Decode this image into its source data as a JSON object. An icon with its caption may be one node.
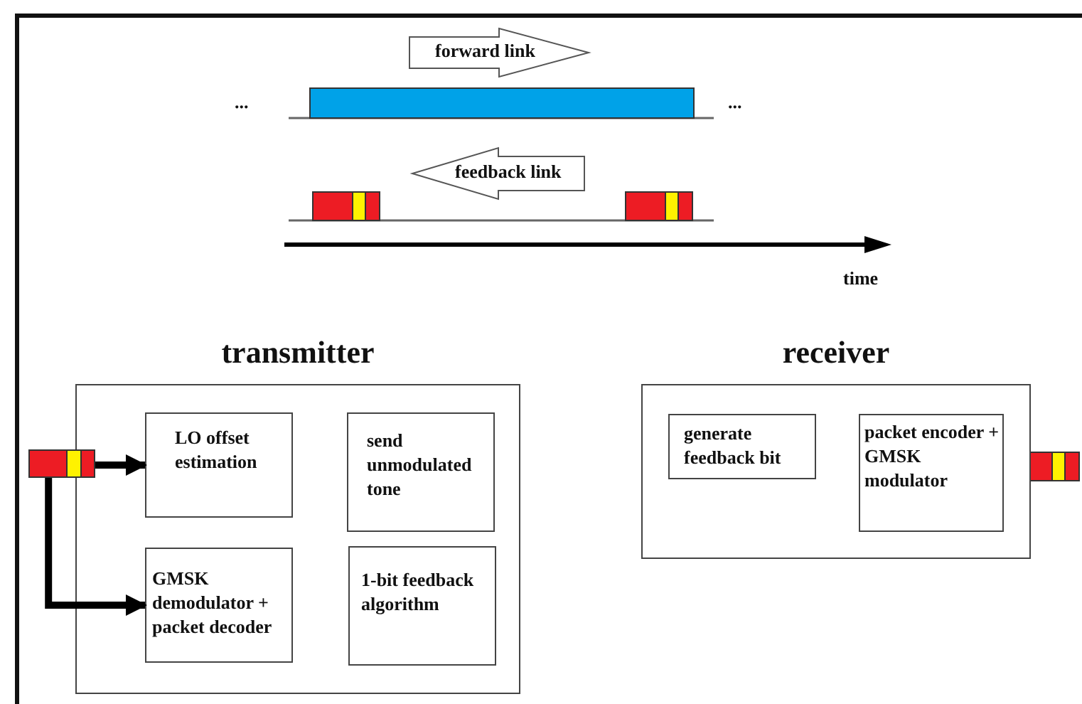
{
  "diagram": {
    "nodes": [
      {
        "text": [
          "transmitter"
        ]
      },
      {
        "text": [
          "LO offset estimation"
        ],
        "in": 0
      },
      {
        "text": [
          "send unmodulated tone"
        ],
        "in": 0
      },
      {
        "text": [
          "GMSK demodulator + packet decoder"
        ],
        "in": 0
      },
      {
        "text": [
          "1-bit feedback algorithm"
        ],
        "in": 0
      },
      {
        "text": [],
        "shape": "box"
      },
      {
        "text": [
          "receiver"
        ]
      },
      {
        "text": [
          "generate feedback bit"
        ],
        "in": 6
      },
      {
        "text": [
          "packet encoder + GMSK modulator"
        ],
        "in": 6
      },
      {
        "text": [
          "forward link"
        ]
      },
      {
        "text": [
          "feedback link"
        ]
      }
    ],
    "edges": [
      {
        "from": 5,
        "to": 1,
        "arrow": "to"
      },
      {
        "from": 5,
        "to": 3,
        "arrow": "to"
      }
    ],
    "labels": [
      "...",
      "...",
      "time"
    ]
  }
}
